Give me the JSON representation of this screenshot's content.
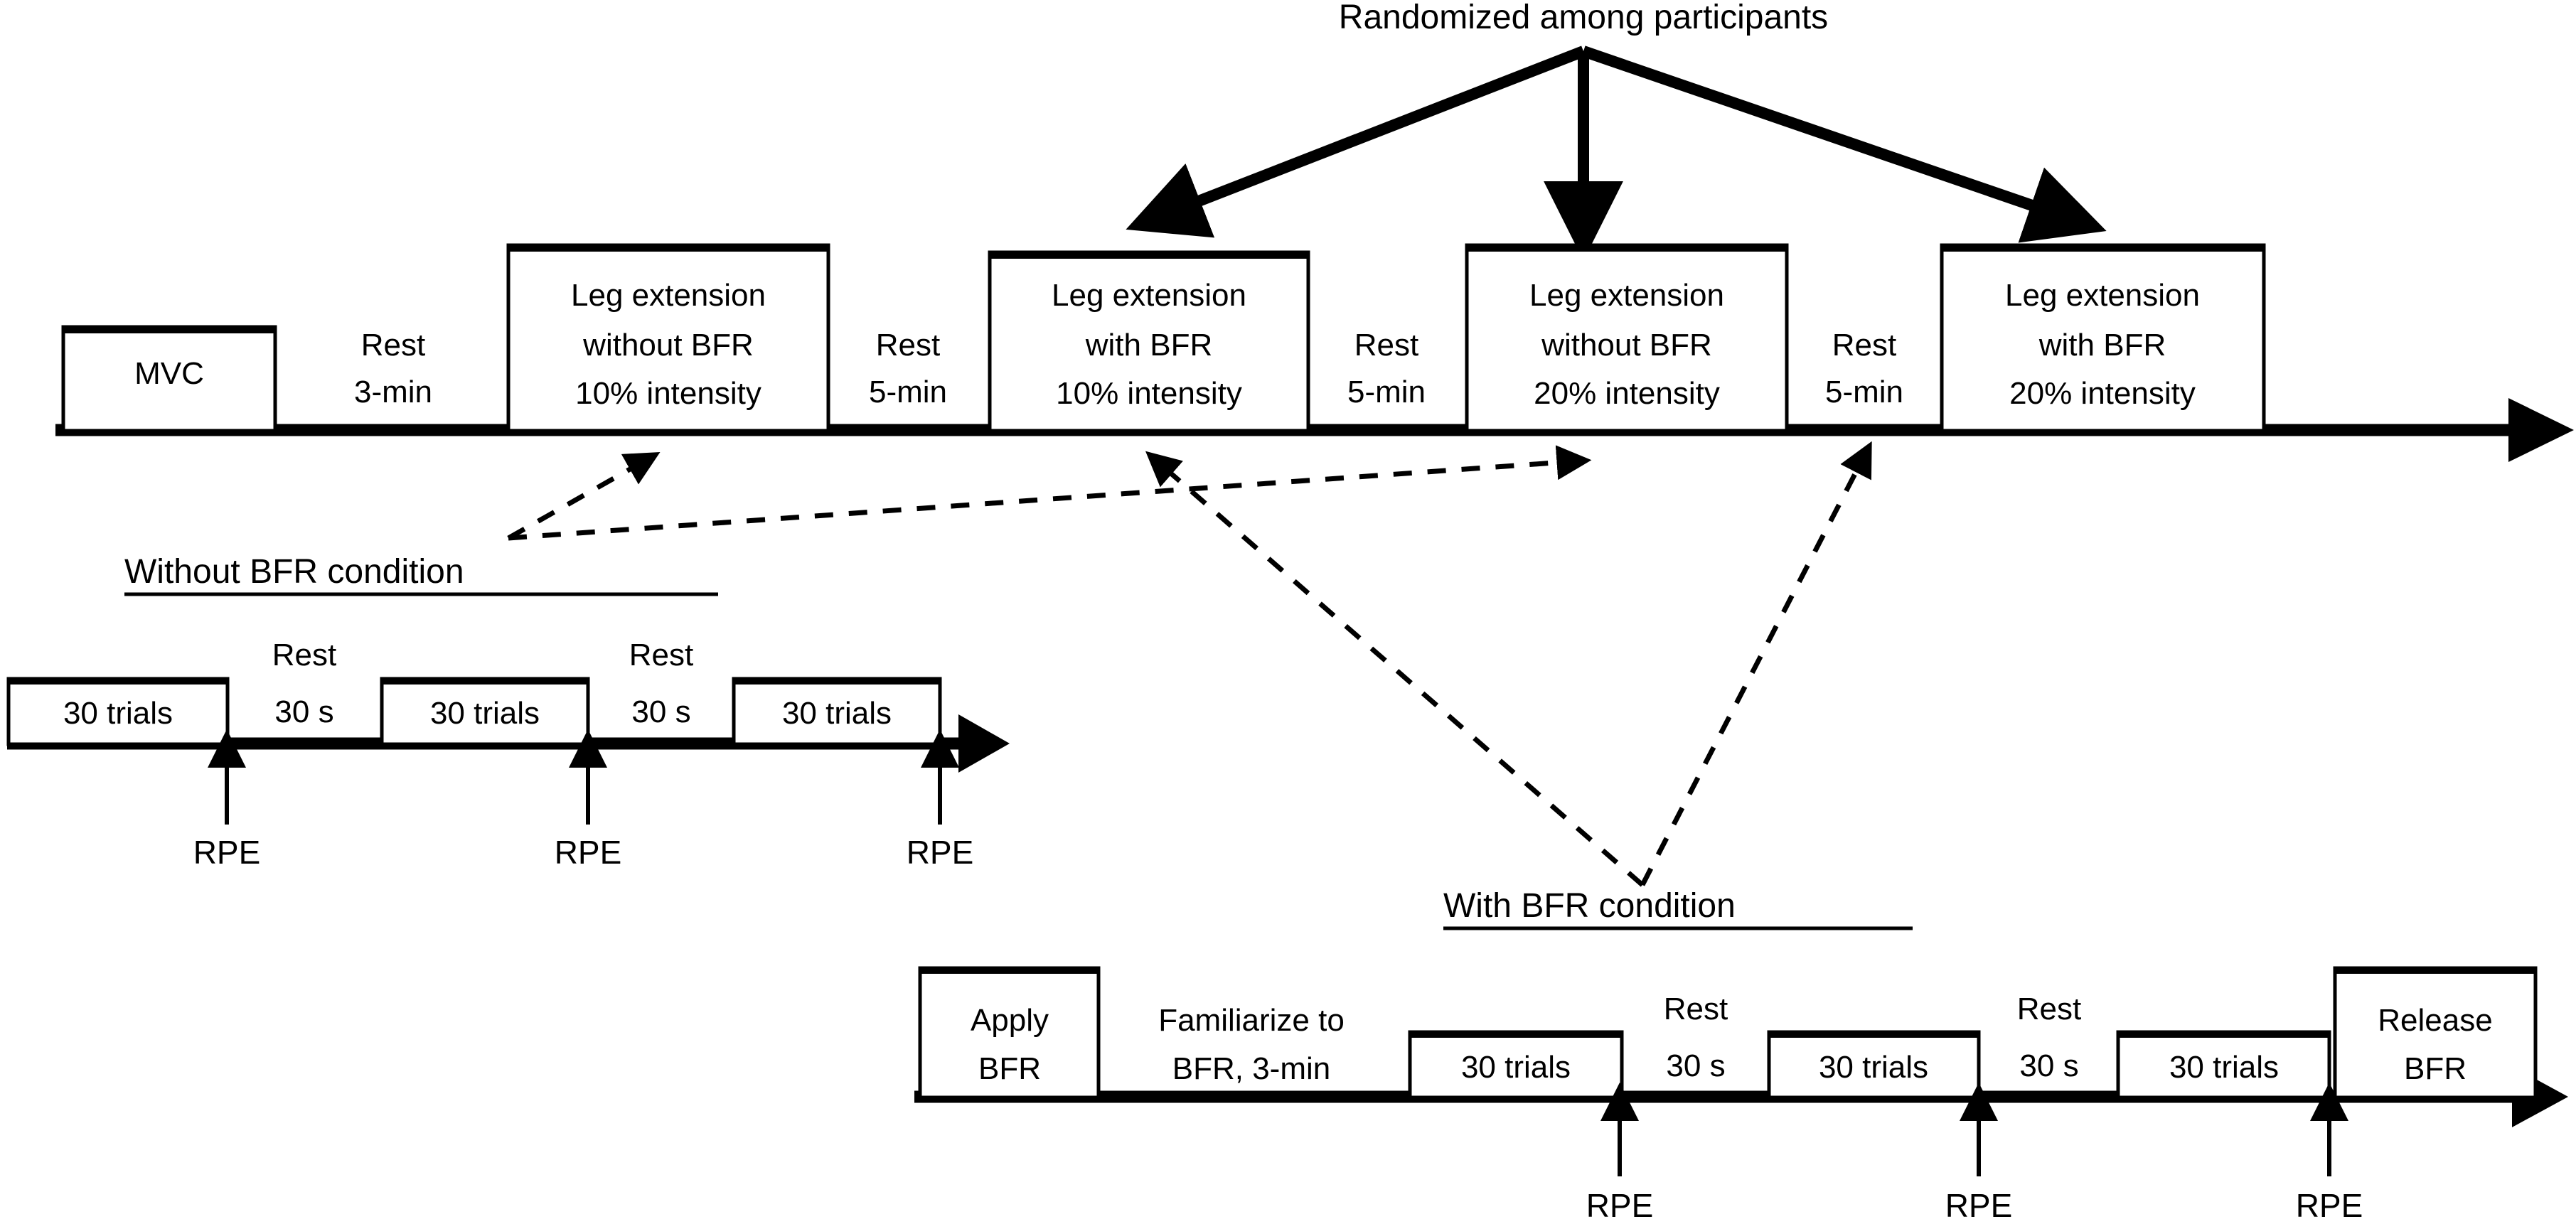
{
  "figure": {
    "title": "Randomized among participants",
    "colors": {
      "ink": "#000000",
      "paper": "#ffffff"
    }
  },
  "main_timeline": {
    "name": "main-protocol-timeline",
    "blocks": [
      {
        "id": "mvc",
        "lines": [
          "MVC"
        ],
        "boxed": true
      },
      {
        "id": "rest1",
        "lines": [
          "Rest",
          "3-min"
        ],
        "boxed": false
      },
      {
        "id": "legext1",
        "lines": [
          "Leg extension",
          "without BFR",
          "10% intensity"
        ],
        "boxed": true
      },
      {
        "id": "rest2",
        "lines": [
          "Rest",
          "5-min"
        ],
        "boxed": false
      },
      {
        "id": "legext2",
        "lines": [
          "Leg extension",
          "with BFR",
          "10% intensity"
        ],
        "boxed": true
      },
      {
        "id": "rest3",
        "lines": [
          "Rest",
          "5-min"
        ],
        "boxed": false
      },
      {
        "id": "legext3",
        "lines": [
          "Leg extension",
          "without BFR",
          "20% intensity"
        ],
        "boxed": true
      },
      {
        "id": "rest4",
        "lines": [
          "Rest",
          "5-min"
        ],
        "boxed": false
      },
      {
        "id": "legext4",
        "lines": [
          "Leg extension",
          "with BFR",
          "20% intensity"
        ],
        "boxed": true
      }
    ]
  },
  "randomization": {
    "label": "Randomized among participants",
    "targets": [
      "legext2",
      "legext3",
      "legext4"
    ]
  },
  "without_bfr": {
    "heading": "Without BFR condition",
    "blocks": [
      {
        "id": "wb-trials1",
        "lines": [
          "30 trials"
        ],
        "boxed": true
      },
      {
        "id": "wb-rest1",
        "lines": [
          "Rest",
          "30 s"
        ],
        "boxed": false
      },
      {
        "id": "wb-trials2",
        "lines": [
          "30 trials"
        ],
        "boxed": true
      },
      {
        "id": "wb-rest2",
        "lines": [
          "Rest",
          "30 s"
        ],
        "boxed": false
      },
      {
        "id": "wb-trials3",
        "lines": [
          "30 trials"
        ],
        "boxed": true
      }
    ],
    "rpe_marks": [
      "RPE",
      "RPE",
      "RPE"
    ]
  },
  "with_bfr": {
    "heading": "With BFR condition",
    "blocks": [
      {
        "id": "b-apply",
        "lines": [
          "Apply",
          "BFR"
        ],
        "boxed": true
      },
      {
        "id": "b-fam",
        "lines": [
          "Familiarize to",
          "BFR, 3-min"
        ],
        "boxed": false
      },
      {
        "id": "b-trials1",
        "lines": [
          "30 trials"
        ],
        "boxed": true
      },
      {
        "id": "b-rest1",
        "lines": [
          "Rest",
          "30 s"
        ],
        "boxed": false
      },
      {
        "id": "b-trials2",
        "lines": [
          "30 trials"
        ],
        "boxed": true
      },
      {
        "id": "b-rest2",
        "lines": [
          "Rest",
          "30 s"
        ],
        "boxed": false
      },
      {
        "id": "b-trials3",
        "lines": [
          "30 trials"
        ],
        "boxed": true
      },
      {
        "id": "b-release",
        "lines": [
          "Release",
          "BFR"
        ],
        "boxed": true
      }
    ],
    "rpe_marks": [
      "RPE",
      "RPE",
      "RPE"
    ]
  }
}
